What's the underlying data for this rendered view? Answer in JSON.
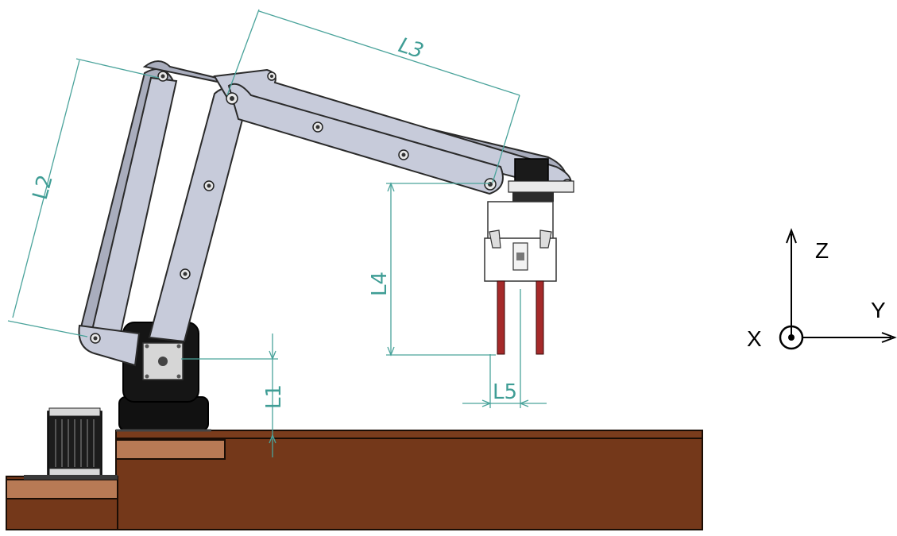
{
  "dimensions": {
    "l1": "L1",
    "l2": "L2",
    "l3": "L3",
    "l4": "L4",
    "l5": "L5"
  },
  "axes": {
    "z": "Z",
    "y": "Y",
    "x": "X"
  },
  "colors": {
    "dimension": "#4aa39b",
    "link": "#c7cbda",
    "table": "#74381a",
    "table_step": "#b87a55",
    "base": "#111111",
    "gripper_finger": "#a52a2a"
  }
}
